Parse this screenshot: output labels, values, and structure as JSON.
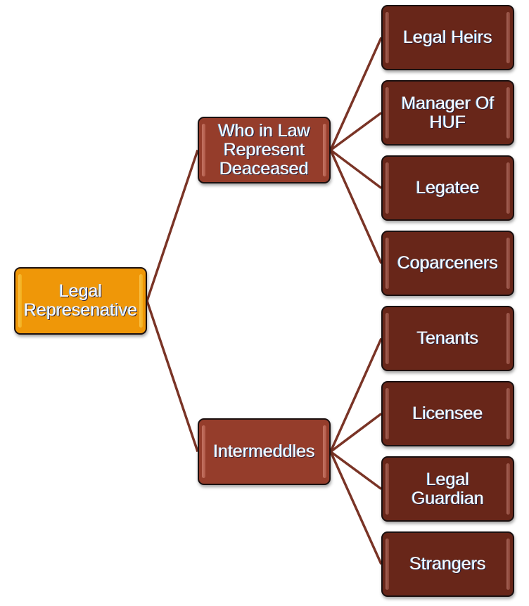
{
  "diagram": {
    "type": "hierarchy-tree",
    "colors": {
      "root_fill": "#ef9708",
      "level2_fill": "#953d2b",
      "level3_fill": "#682619",
      "connector": "#7a3426",
      "text": "#ffffff"
    },
    "root": {
      "label": "Legal\nRepresenative"
    },
    "branches": [
      {
        "label": "Who in Law\nRepresent\nDeaceased",
        "children": [
          "Legal Heirs",
          "Manager Of\nHUF",
          "Legatee",
          "Coparceners"
        ]
      },
      {
        "label": "Intermeddles",
        "children": [
          "Tenants",
          "Licensee",
          "Legal\nGuardian",
          "Strangers"
        ]
      }
    ]
  }
}
